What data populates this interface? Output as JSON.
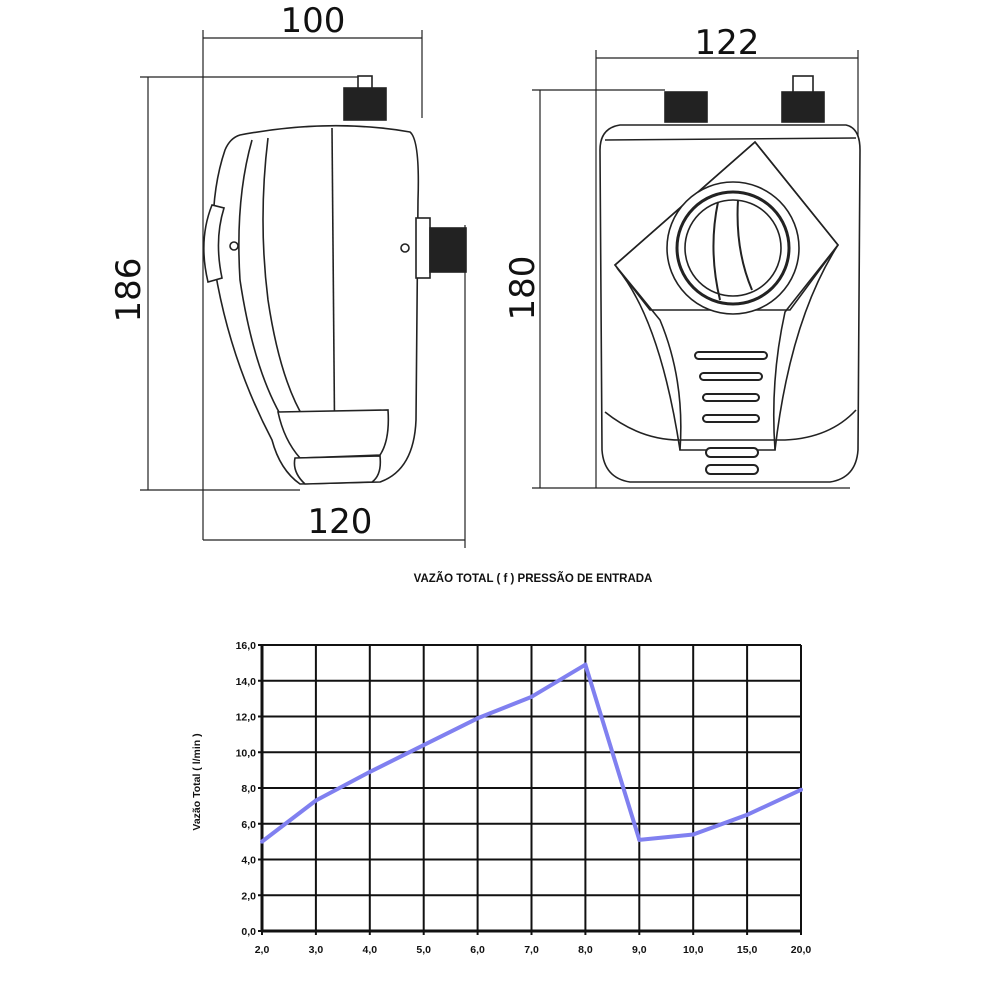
{
  "drawing": {
    "side_view": {
      "width_top": "100",
      "height": "186",
      "width_bottom": "120"
    },
    "front_view": {
      "width": "122",
      "height": "180"
    }
  },
  "chart_data": {
    "type": "line",
    "title": "VAZÃO TOTAL ( f ) PRESSÃO DE ENTRADA",
    "xlabel": "",
    "ylabel": "Vazão Total ( l/min )",
    "categories": [
      "2,0",
      "3,0",
      "4,0",
      "5,0",
      "6,0",
      "7,0",
      "8,0",
      "9,0",
      "10,0",
      "15,0",
      "20,0"
    ],
    "series": [
      {
        "name": "Vazão Total",
        "values": [
          5.0,
          7.3,
          8.9,
          10.4,
          11.9,
          13.1,
          14.9,
          5.1,
          5.4,
          6.5,
          7.9
        ]
      }
    ],
    "ylim": [
      0,
      16
    ],
    "yticks": [
      "0,0",
      "2,0",
      "4,0",
      "6,0",
      "8,0",
      "10,0",
      "12,0",
      "14,0",
      "16,0"
    ],
    "grid": true,
    "line_color": "#8080f0"
  }
}
